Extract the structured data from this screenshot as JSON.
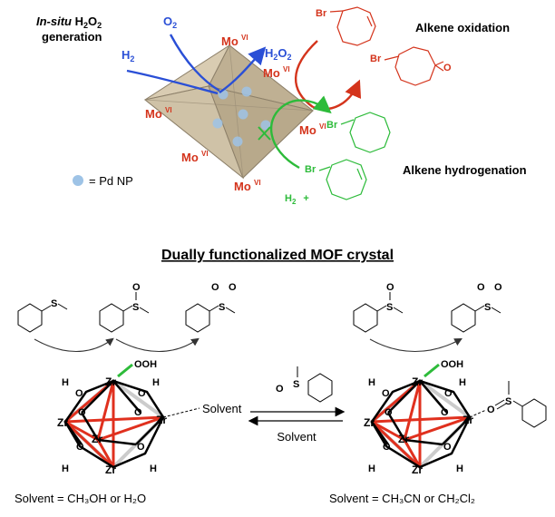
{
  "top": {
    "insitu_italic": "In-situ",
    "insitu_h": "H",
    "insitu_sub2": "2",
    "insitu_o": "O",
    "insitu_sub2b": "2",
    "generation": "generation",
    "o2_main": "O",
    "o2_sub": "2",
    "h2_main": "H",
    "h2_sub": "2",
    "h2o2_h": "H",
    "h2o2_2a": "2",
    "h2o2_o": "O",
    "h2o2_2b": "2",
    "mo": "Mo",
    "mo_sup": "VI",
    "pd_legend": "= Pd NP",
    "alkene_oxidation": "Alkene oxidation",
    "alkene_hydrogenation": "Alkene hydrogenation",
    "h2_plus_h": "H",
    "h2_plus_sub": "2",
    "h2_plus_sign": "+",
    "br": "Br",
    "o_epoxide": "O"
  },
  "heading": "Dually functionalized MOF crystal",
  "bottom": {
    "s_atom": "S",
    "o_atom": "O",
    "zr": "Zr",
    "h": "H",
    "ooh": "OOH",
    "solvent_left_label": "Solvent",
    "solvent_arrow_label": "Solvent",
    "caption_left": "Solvent = CH₃OH or H₂O",
    "caption_right": "Solvent = CH₃CN or CH₂Cl₂"
  },
  "colors": {
    "mo_red": "#d4341c",
    "o2_blue": "#2a4fd6",
    "green": "#2dbb3a",
    "octahedron": "#c9bba2",
    "pd": "#9ec3e6",
    "zr_red": "#e0301e"
  }
}
